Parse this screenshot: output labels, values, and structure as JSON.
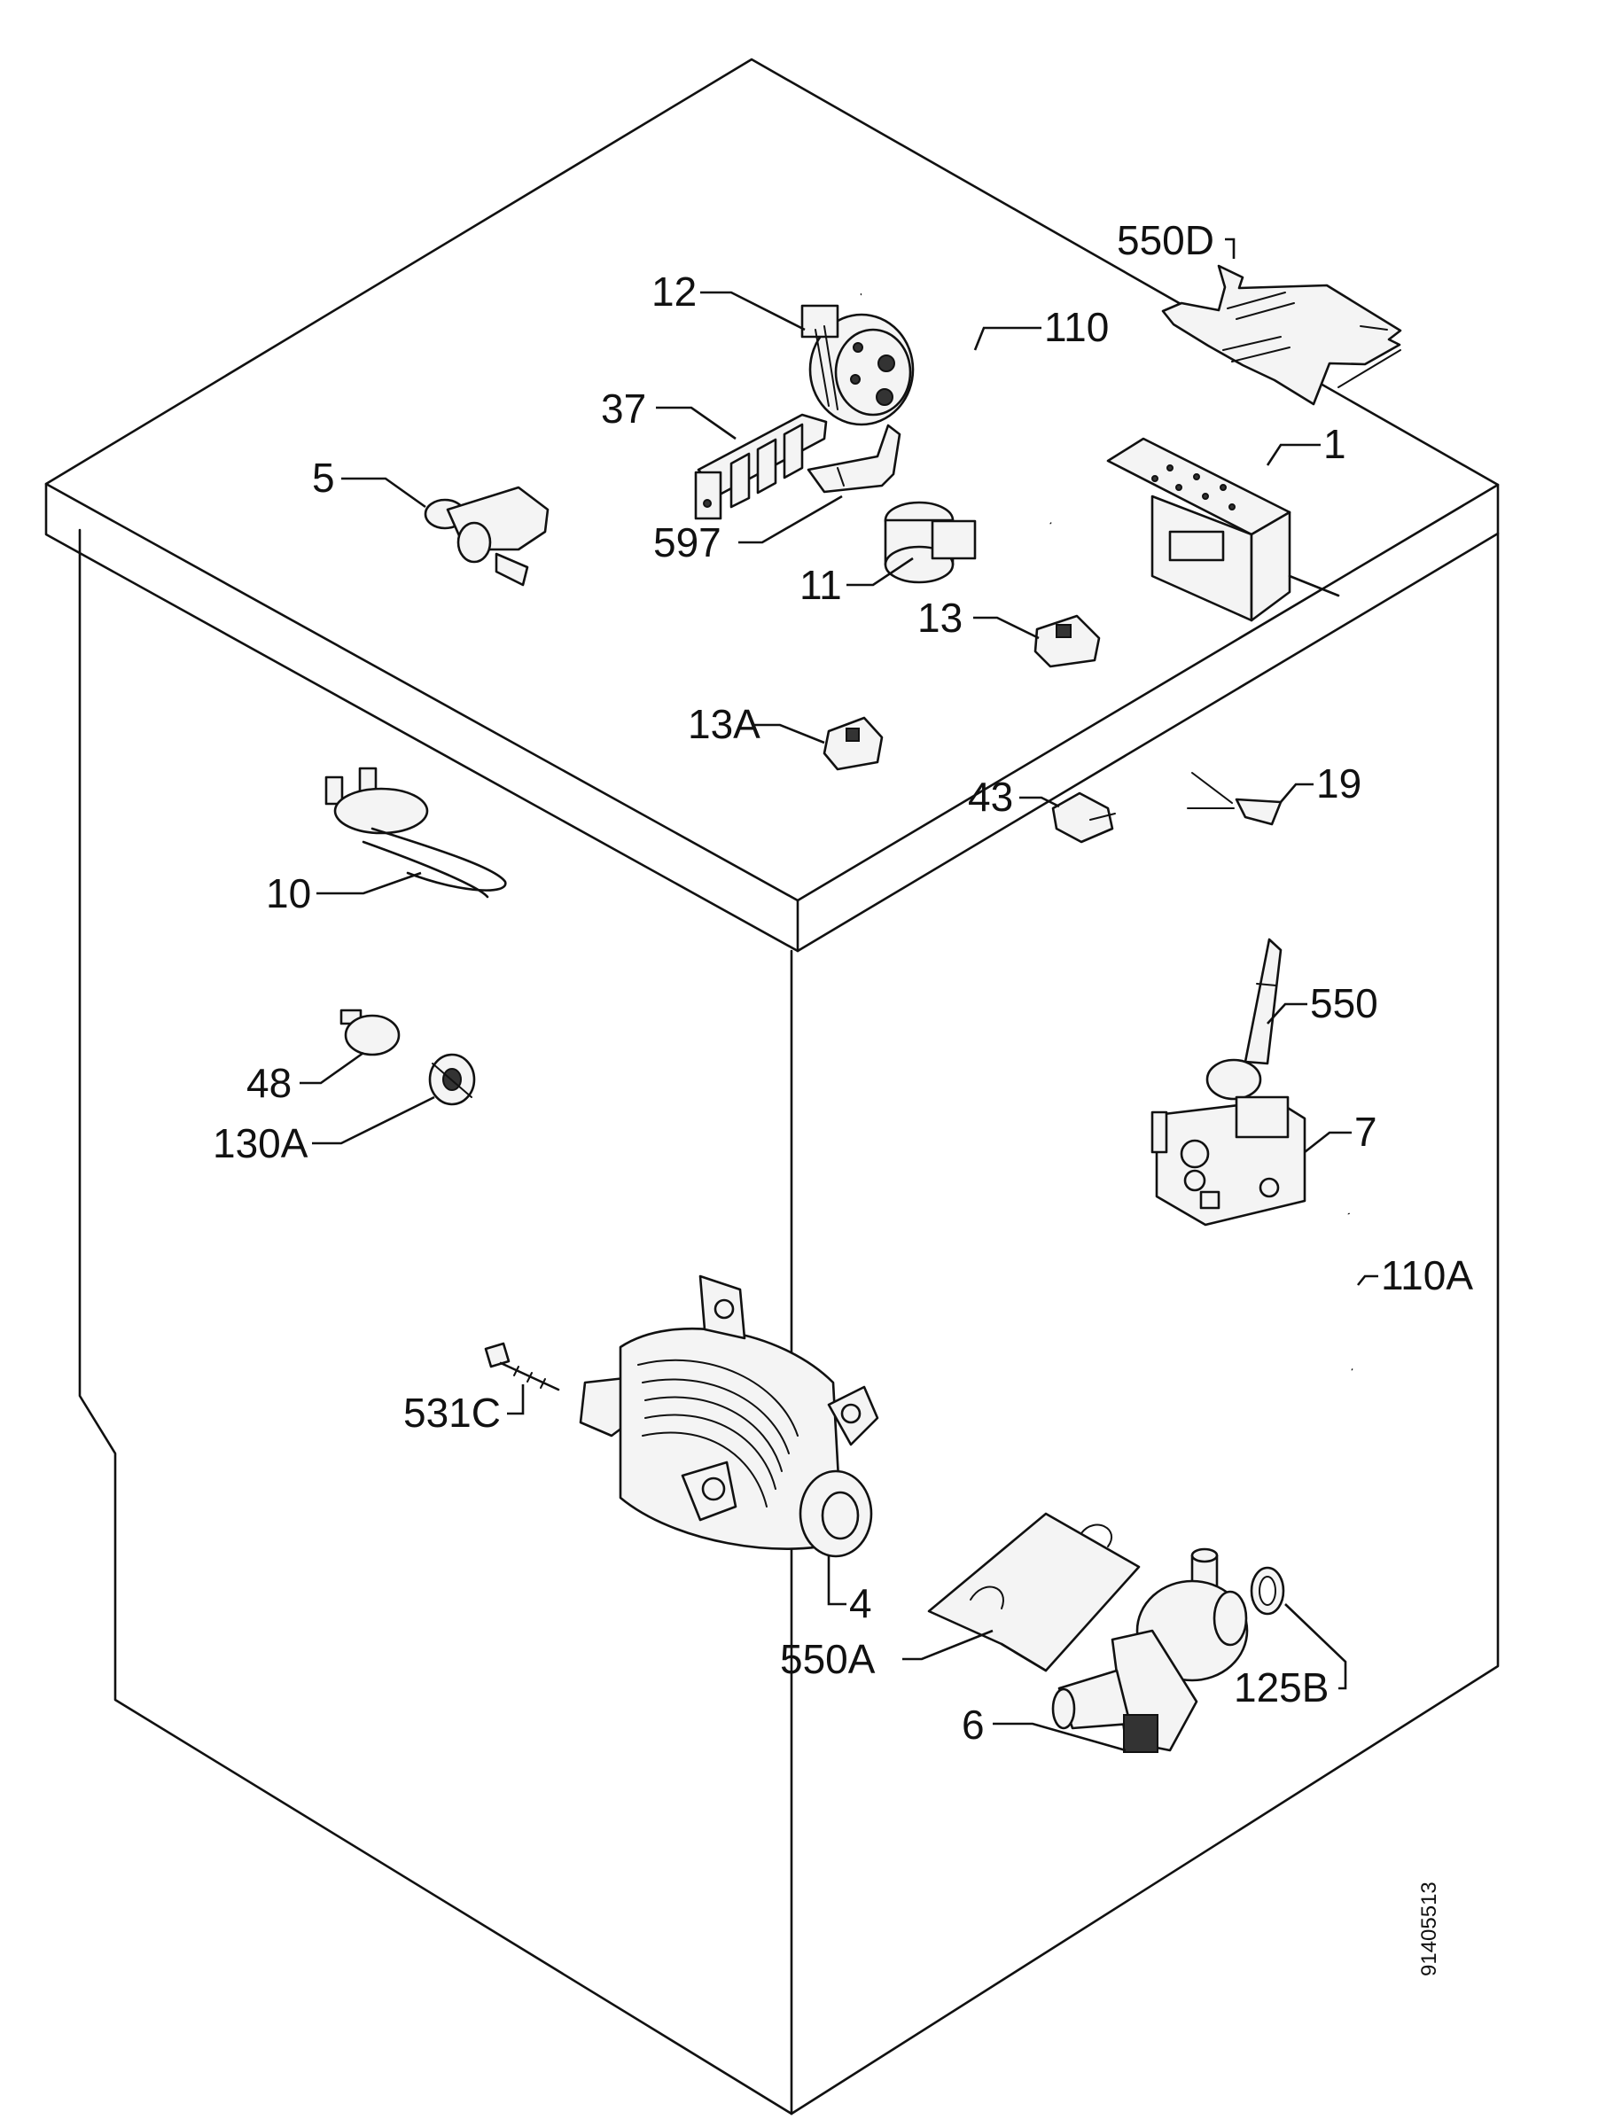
{
  "callouts": {
    "c550D": "550D",
    "c12": "12",
    "c110": "110",
    "c37": "37",
    "c1": "1",
    "c5": "5",
    "c597": "597",
    "c11": "11",
    "c13": "13",
    "c13A": "13A",
    "c43": "43",
    "c19": "19",
    "c10": "10",
    "c550": "550",
    "c48": "48",
    "c130A": "130A",
    "c7": "7",
    "c110A": "110A",
    "c531C": "531C",
    "c4": "4",
    "c550A": "550A",
    "c125B": "125B",
    "c6": "6"
  },
  "reference_code": "91405513"
}
